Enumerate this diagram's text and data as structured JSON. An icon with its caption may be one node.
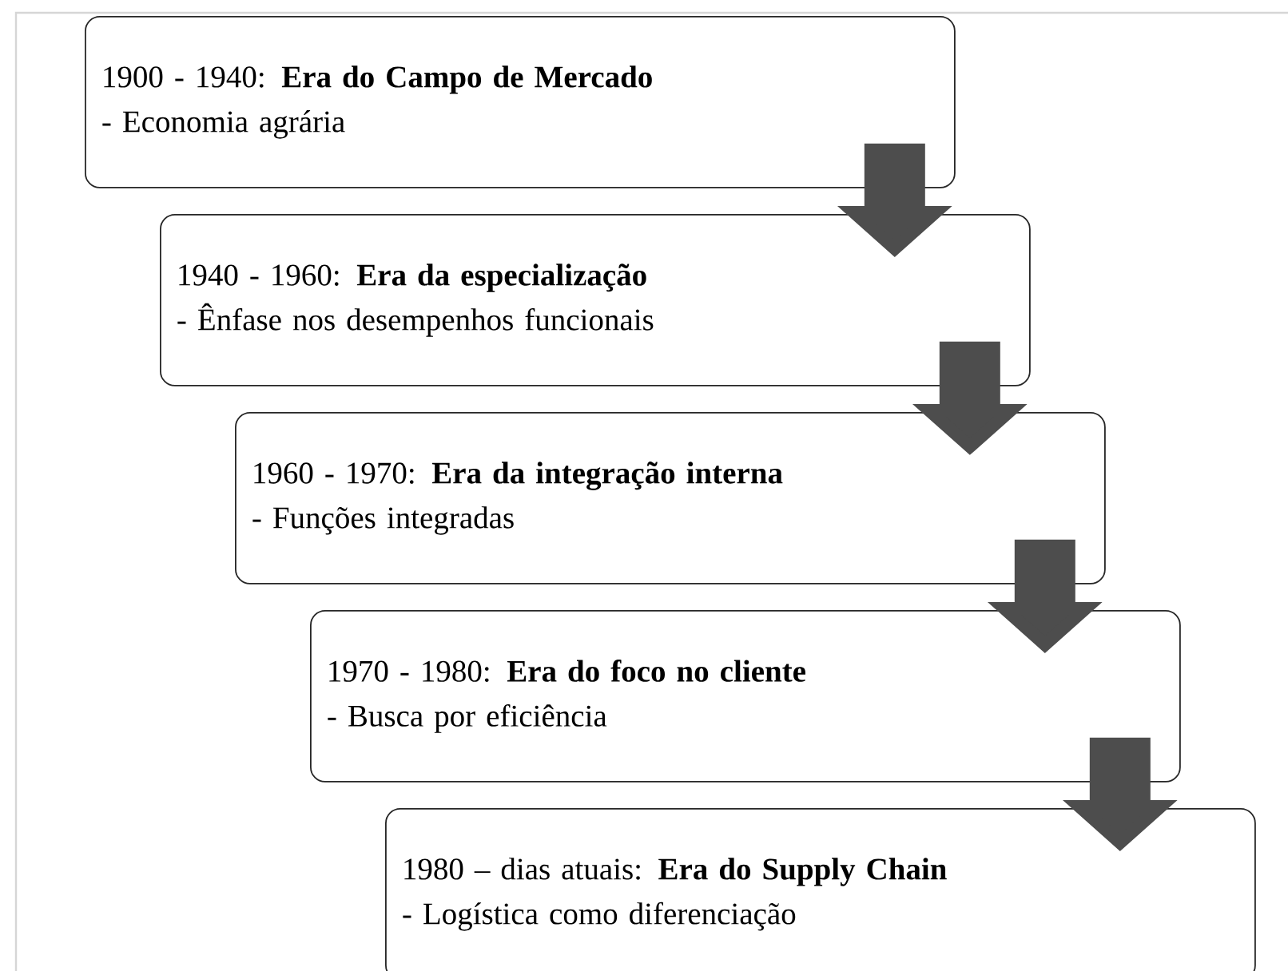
{
  "diagram": {
    "nodes": [
      {
        "text": [
          "1900 - 1940: **Era do Campo de Mercado**",
          "- Economia agrária"
        ]
      },
      {
        "text": [
          "1940 - 1960: **Era da especialização**",
          "- Ênfase nos desempenhos funcionais"
        ]
      },
      {
        "text": [
          "1960 - 1970: **Era da integração interna**",
          "- Funções integradas"
        ]
      },
      {
        "text": [
          "1970 - 1980: **Era do foco no cliente**",
          "- Busca por eficiência"
        ]
      },
      {
        "text": [
          "1980 – dias atuais: **Era do Supply Chain**",
          "- Logística como diferenciação"
        ]
      }
    ],
    "edges": [
      {
        "from": 0,
        "to": 1,
        "arrow": "to"
      },
      {
        "from": 1,
        "to": 2,
        "arrow": "to"
      },
      {
        "from": 2,
        "to": 3,
        "arrow": "to"
      },
      {
        "from": 3,
        "to": 4,
        "arrow": "to"
      }
    ]
  }
}
